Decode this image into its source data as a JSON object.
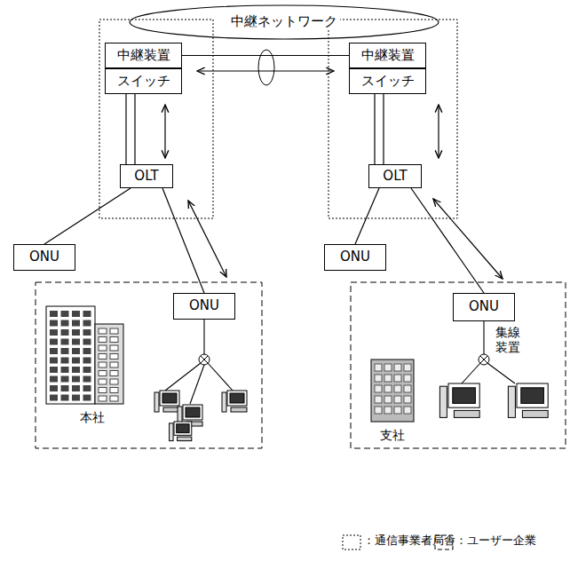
{
  "diagram": {
    "nodes": [
      {
        "text": [
          "中継ネットワーク"
        ]
      },
      {
        "text": [
          "中継装置"
        ]
      },
      {
        "text": [
          "スイッチ"
        ]
      },
      {
        "text": [
          "OLT"
        ]
      },
      {
        "text": [
          "ONU"
        ]
      },
      {
        "text": [
          "ONU"
        ]
      },
      {
        "text": [
          "中継装置"
        ]
      },
      {
        "text": [
          "スイッチ"
        ]
      },
      {
        "text": [
          "OLT"
        ]
      },
      {
        "text": [
          "ONU"
        ]
      },
      {
        "text": [
          "ONU"
        ]
      }
    ],
    "edges": [
      {
        "from": 1,
        "to": 6,
        "arrow": "none"
      },
      {
        "from": 2,
        "to": 3,
        "arrow": "none"
      },
      {
        "from": 3,
        "to": 4,
        "arrow": "none"
      },
      {
        "from": 3,
        "to": 5,
        "arrow": "none"
      },
      {
        "from": 7,
        "to": 8,
        "arrow": "none"
      },
      {
        "from": 8,
        "to": 9,
        "arrow": "none"
      },
      {
        "from": 8,
        "to": 10,
        "arrow": "none"
      }
    ],
    "labels": [
      "本社",
      "集線 装置",
      "支社"
    ],
    "legend": [
      {
        "text": "：通信事業者局舎"
      },
      {
        "text": "：ユーザー企業"
      }
    ]
  }
}
